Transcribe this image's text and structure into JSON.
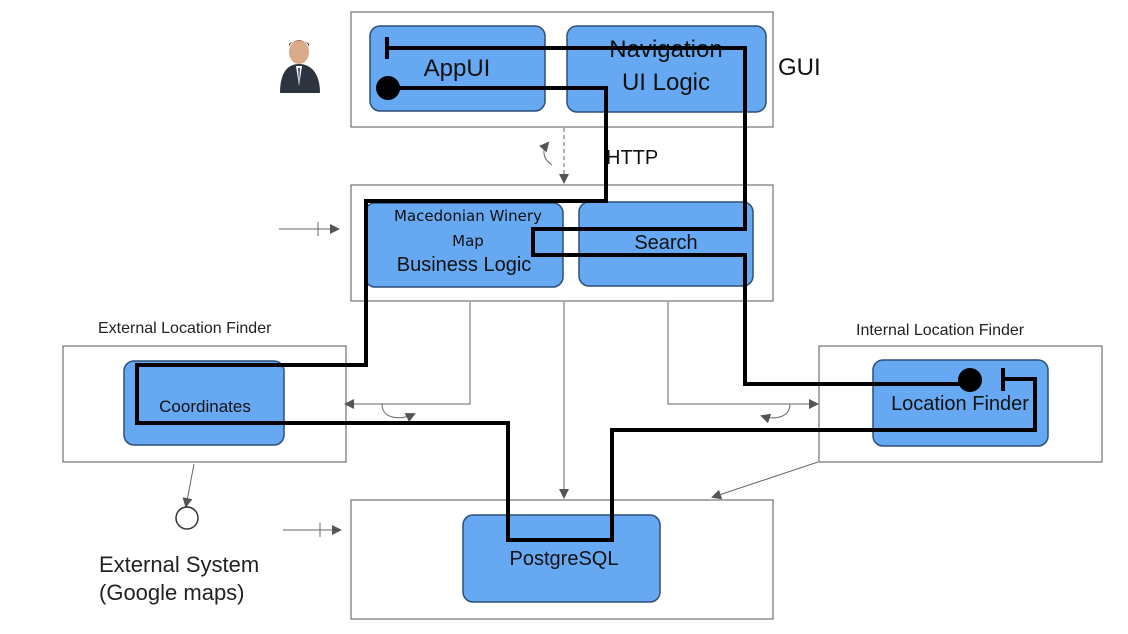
{
  "gui": {
    "label": "GUI",
    "app_ui": "AppUI",
    "navigation": [
      "Navigation",
      "UI Logic"
    ]
  },
  "http_label": "HTTP",
  "business": {
    "winery_title": [
      "Macedonian Winery",
      "Map"
    ],
    "business_logic": "Business Logic",
    "search": "Search"
  },
  "external": {
    "title": "External Location Finder",
    "coordinates": "Coordinates",
    "system": [
      "External System",
      "(Google maps)"
    ]
  },
  "internal": {
    "title": "Internal Location Finder",
    "location_finder": "Location Finder"
  },
  "database": {
    "label": "PostgreSQL"
  },
  "colors": {
    "component_fill": "#66a9f2",
    "component_stroke": "#2d4f78",
    "wire": "#000000"
  }
}
